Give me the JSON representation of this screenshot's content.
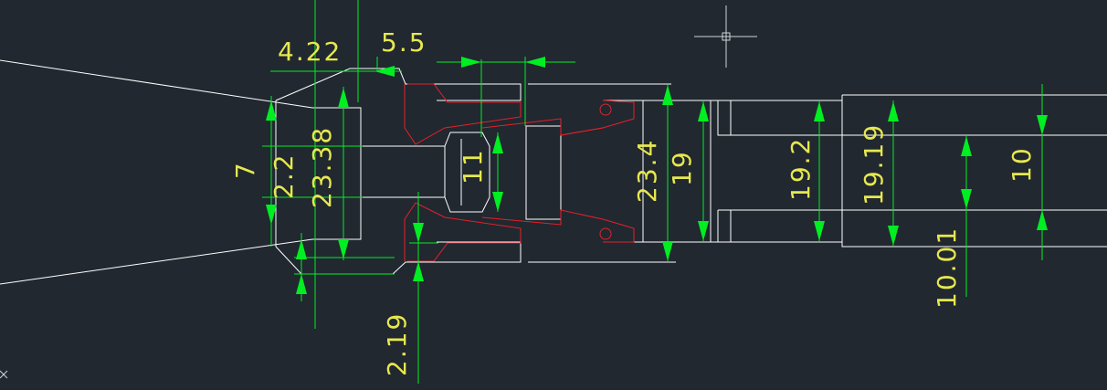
{
  "drawing": {
    "background": "#212830",
    "colors": {
      "geometry": "#ffffff",
      "part": "#e8202a",
      "dimension": "#00ee22",
      "text": "#e6e84e"
    },
    "dimensions": {
      "d_4_22": "4.22",
      "d_5_5": "5.5",
      "d_7": "7",
      "d_2_2": "2.2",
      "d_23_38": "23.38",
      "d_11": "11",
      "d_23_4": "23.4",
      "d_19": "19",
      "d_19_2": "19.2",
      "d_19_19": "19.19",
      "d_10": "10",
      "d_10_01": "10.01",
      "d_2_19": "2.19"
    },
    "cursor": "crosshair-cursor",
    "ucs": "ucs-axis-icon"
  }
}
